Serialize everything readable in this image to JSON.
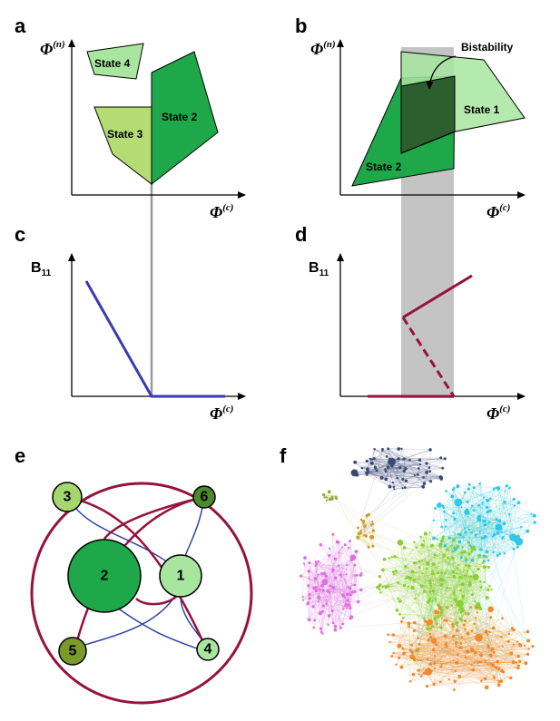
{
  "panel_labels": {
    "a": "a",
    "b": "b",
    "c": "c",
    "d": "d",
    "e": "e",
    "f": "f"
  },
  "phi_symbol": "Φ",
  "sup_n": "(n)",
  "sup_c": "(c)",
  "b_label": "B",
  "b_sub": "11",
  "states": {
    "s1": "State 1",
    "s2": "State 2",
    "s3": "State 3",
    "s4": "State 4"
  },
  "bistability": "Bistability",
  "nodes": [
    {
      "id": "n1",
      "label": "1",
      "color": "#a8e6a0"
    },
    {
      "id": "n2",
      "label": "2",
      "color": "#1fa84a"
    },
    {
      "id": "n3",
      "label": "3",
      "color": "#a4d86e"
    },
    {
      "id": "n4",
      "label": "4",
      "color": "#a8e6a0"
    },
    {
      "id": "n5",
      "label": "5",
      "color": "#7a9a2a"
    },
    {
      "id": "n6",
      "label": "6",
      "color": "#4a8a2a"
    }
  ],
  "colors": {
    "dark_green": "#1fa84a",
    "light_green": "#a8e6a0",
    "yellow_green": "#b4dc73",
    "overlap": "#2d5e2d",
    "bistable_band": "#c4c4c4",
    "blue": "#3a3ab4",
    "maroon": "#96123c",
    "edge_blue": "#3344aa",
    "edge_maroon": "#96123c"
  },
  "network_clusters": [
    {
      "name": "navy",
      "color": "#3d4a78"
    },
    {
      "name": "olive",
      "color": "#9aaa3a"
    },
    {
      "name": "gold",
      "color": "#c8a030"
    },
    {
      "name": "magenta",
      "color": "#e070e0"
    },
    {
      "name": "cyan",
      "color": "#30c8e8"
    },
    {
      "name": "green",
      "color": "#8ad030"
    },
    {
      "name": "orange",
      "color": "#f08a30"
    }
  ]
}
